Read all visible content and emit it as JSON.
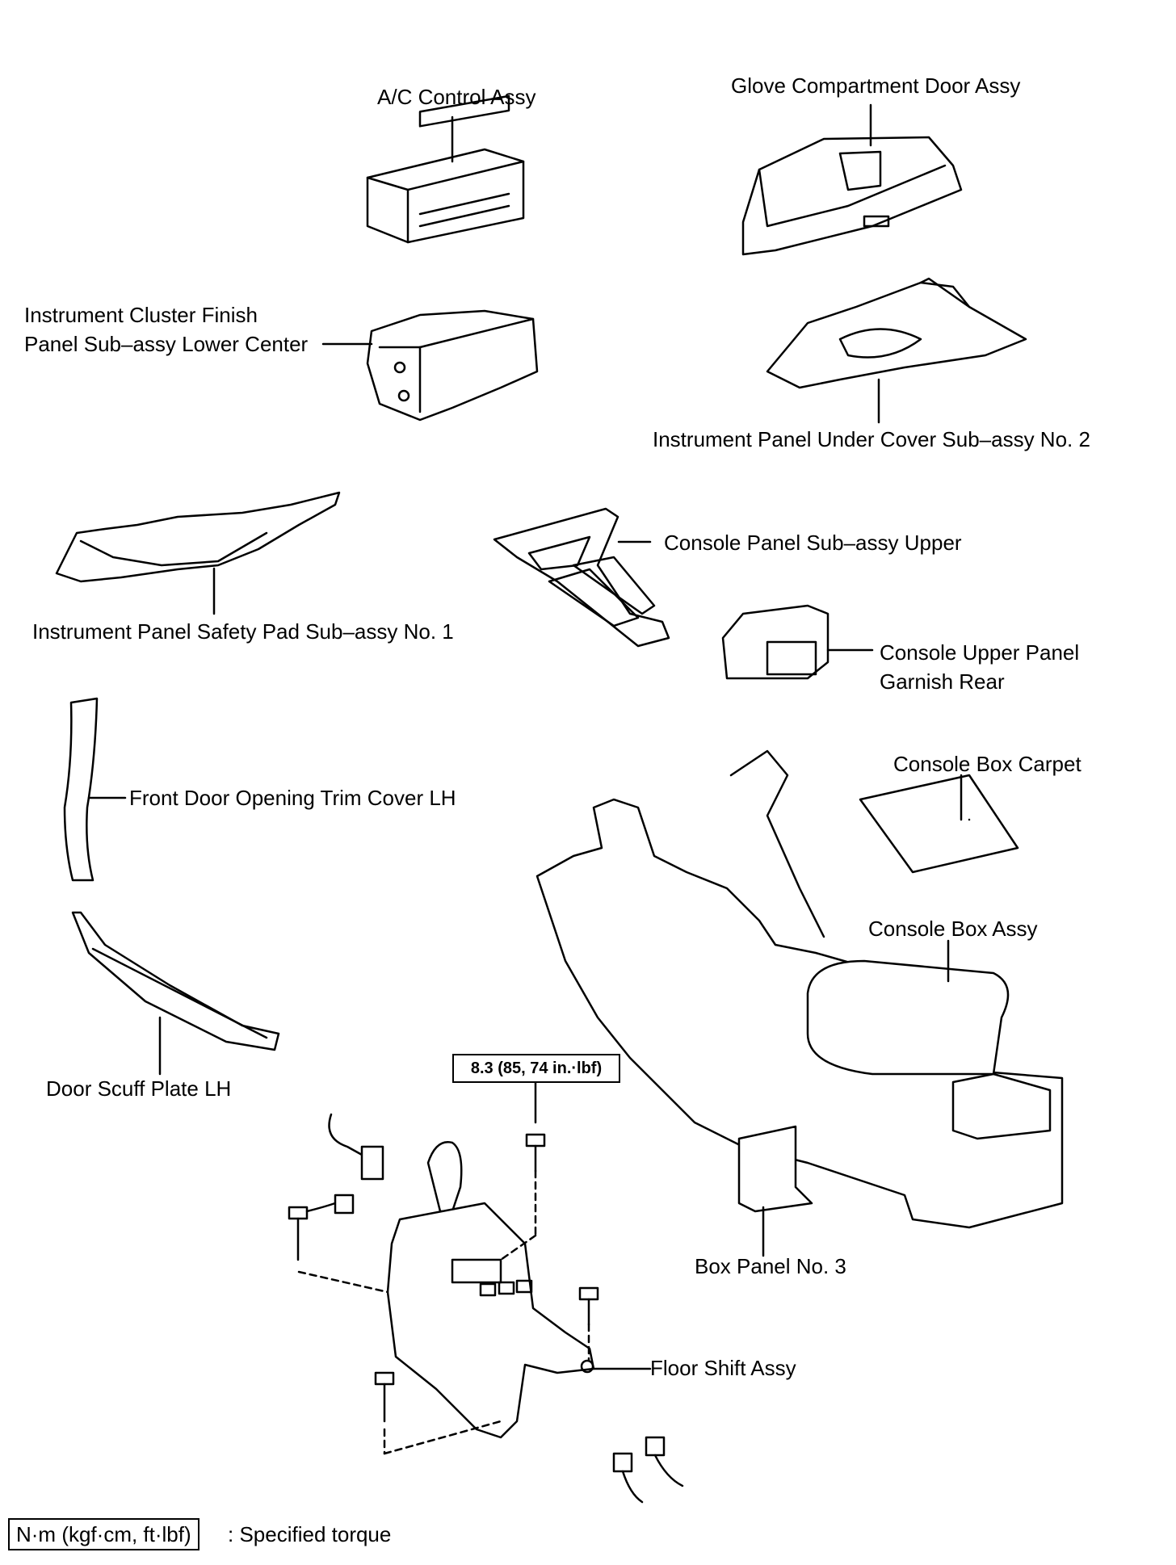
{
  "labels": {
    "ac_control": "A/C Control Assy",
    "glove_door": "Glove Compartment Door Assy",
    "cluster_finish_1": "Instrument Cluster Finish",
    "cluster_finish_2": "Panel Sub–assy Lower Center",
    "under_cover": "Instrument Panel Under Cover Sub–assy No. 2",
    "safety_pad": "Instrument Panel Safety Pad Sub–assy No. 1",
    "console_upper": "Console Panel Sub–assy Upper",
    "garnish_1": "Console Upper Panel",
    "garnish_2": "Garnish Rear",
    "door_trim": "Front Door Opening Trim Cover LH",
    "box_carpet": "Console Box Carpet",
    "console_box": "Console Box Assy",
    "scuff_plate": "Door Scuff Plate LH",
    "box_panel": "Box Panel No. 3",
    "floor_shift": "Floor Shift Assy"
  },
  "torque": "8.3 (85, 74 in.·lbf)",
  "legend": {
    "units": "N·m (kgf·cm, ft·lbf)",
    "description": ": Specified torque"
  }
}
